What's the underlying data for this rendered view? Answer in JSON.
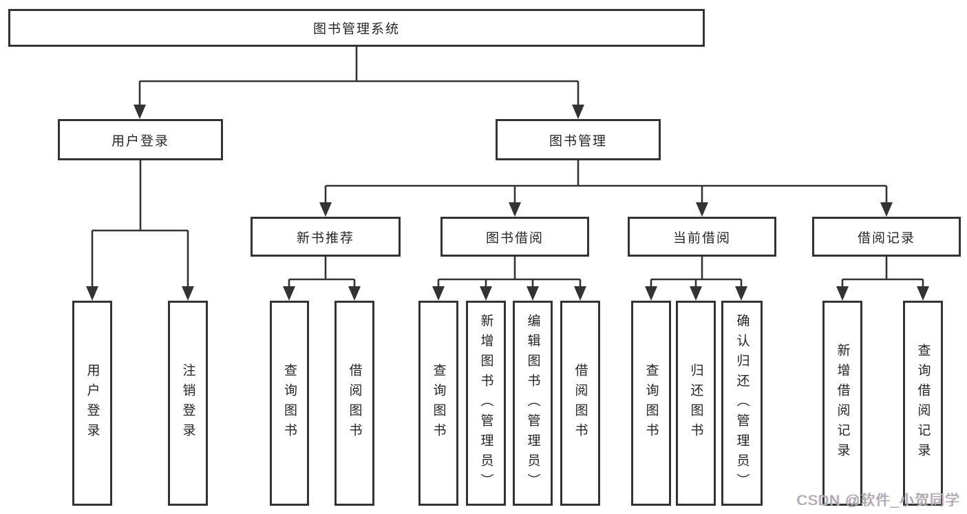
{
  "root": {
    "label": "图书管理系统"
  },
  "user": {
    "label": "用户登录",
    "children": [
      {
        "label": "用户登录"
      },
      {
        "label": "注销登录"
      }
    ]
  },
  "mgmt": {
    "label": "图书管理",
    "groups": [
      {
        "label": "新书推荐",
        "children": [
          {
            "label": "查询图书"
          },
          {
            "label": "借阅图书"
          }
        ]
      },
      {
        "label": "图书借阅",
        "children": [
          {
            "label": "查询图书"
          },
          {
            "label": "新增图书（管理员）"
          },
          {
            "label": "编辑图书（管理员）"
          },
          {
            "label": "借阅图书"
          }
        ]
      },
      {
        "label": "当前借阅",
        "children": [
          {
            "label": "查询图书"
          },
          {
            "label": "归还图书"
          },
          {
            "label": "确认归还（管理员）"
          }
        ]
      },
      {
        "label": "借阅记录",
        "children": [
          {
            "label": "新增借阅记录"
          },
          {
            "label": "查询借阅记录"
          }
        ]
      }
    ]
  },
  "watermark": {
    "text": "CSDN @软件_小贺同学"
  },
  "colors": {
    "line": "#333333",
    "border": "#333333",
    "text": "#262626",
    "watermark_gray": "#a7a7a7",
    "background": "#ffffff"
  }
}
